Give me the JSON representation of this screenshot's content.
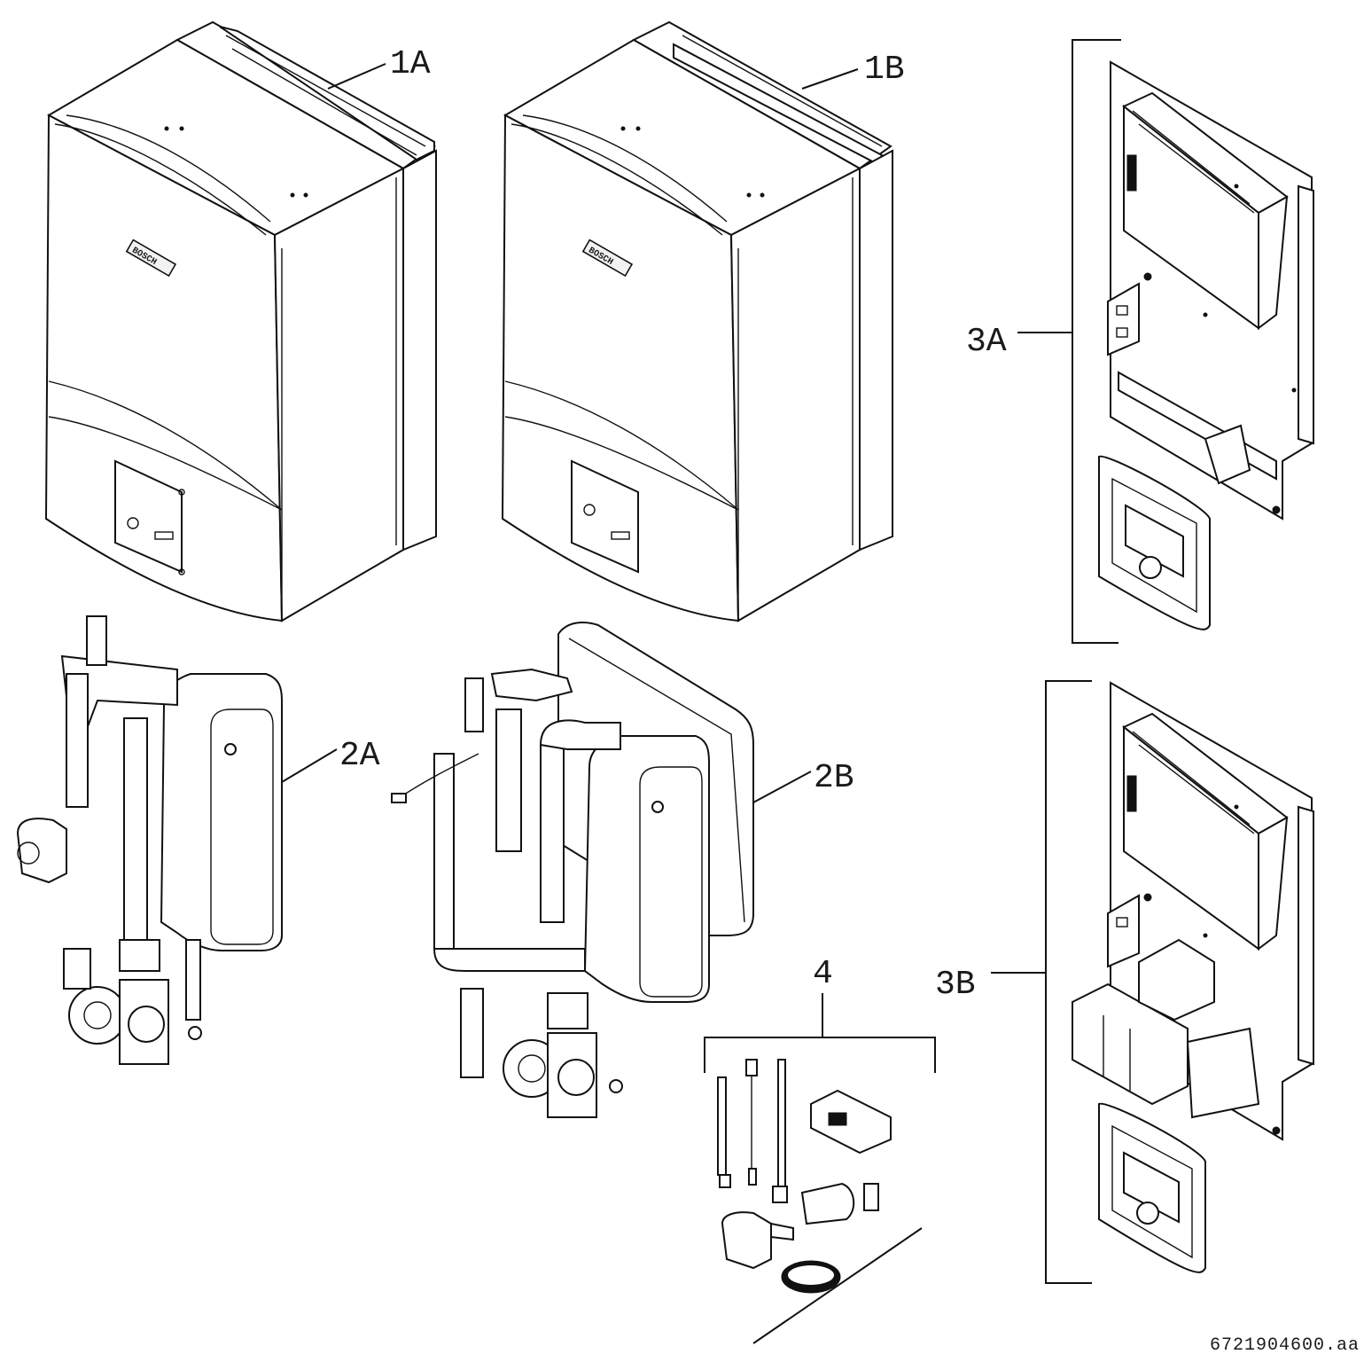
{
  "callouts": {
    "c1A": "1A",
    "c1B": "1B",
    "c2A": "2A",
    "c2B": "2B",
    "c3A": "3A",
    "c3B": "3B",
    "c4": "4"
  },
  "reference_code": "6721904600.aa",
  "logo_text": "BOSCH"
}
